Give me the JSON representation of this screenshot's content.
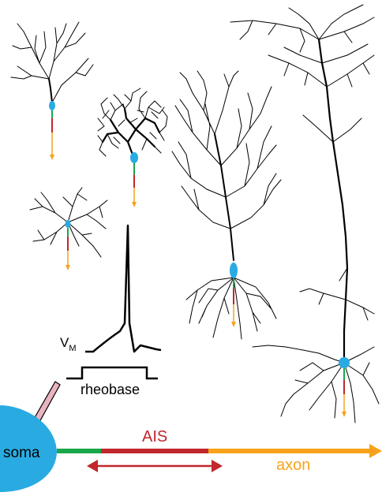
{
  "labels": {
    "vm_main": "V",
    "vm_sub": "M",
    "rheobase": "rheobase",
    "soma": "soma",
    "ais": "AIS",
    "axon": "axon"
  },
  "colors": {
    "soma": "#29abe2",
    "segment_green": "#1aa64a",
    "ais_red": "#c1272d",
    "axon_orange": "#f7a21b",
    "neuron_black": "#000000",
    "electrode": "#e8b4c0"
  }
}
